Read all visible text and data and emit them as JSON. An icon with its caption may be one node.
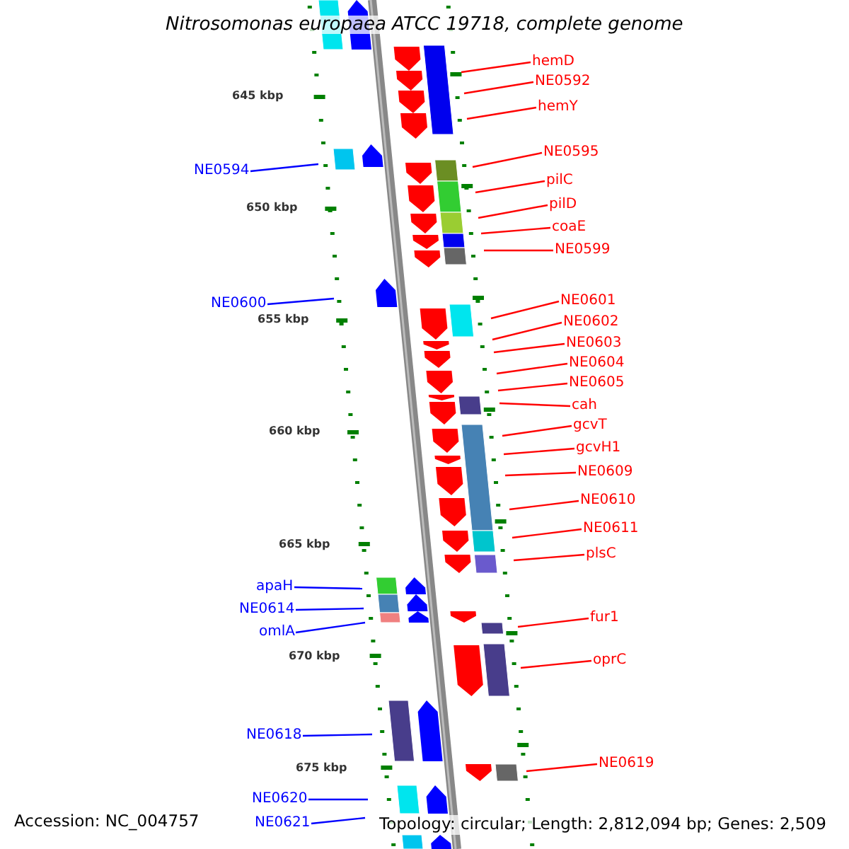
{
  "diagram": {
    "title": "Nitrosomonas europaea ATCC 19718, complete genome",
    "nodes": [
      {
        "text": [
          "hemD"
        ]
      },
      {
        "text": [
          "NE0592"
        ]
      },
      {
        "text": [
          "hemY"
        ]
      },
      {
        "text": [
          "NE0595"
        ]
      },
      {
        "text": [
          "NE0594"
        ]
      },
      {
        "text": [
          "pilC"
        ]
      },
      {
        "text": [
          "pilD"
        ]
      },
      {
        "text": [
          "coaE"
        ]
      },
      {
        "text": [
          "NE0599"
        ]
      },
      {
        "text": [
          "NE0601"
        ]
      },
      {
        "text": [
          "NE0600"
        ]
      },
      {
        "text": [
          "NE0602"
        ]
      },
      {
        "text": [
          "NE0603"
        ]
      },
      {
        "text": [
          "NE0604"
        ]
      },
      {
        "text": [
          "NE0605"
        ]
      },
      {
        "text": [
          "cah"
        ]
      },
      {
        "text": [
          "gcvT"
        ]
      },
      {
        "text": [
          "gcvH1"
        ]
      },
      {
        "text": [
          "NE0609"
        ]
      },
      {
        "text": [
          "NE0610"
        ]
      },
      {
        "text": [
          "NE0611"
        ]
      },
      {
        "text": [
          "plsC"
        ]
      },
      {
        "text": [
          "apaH"
        ]
      },
      {
        "text": [
          "NE0614"
        ]
      },
      {
        "text": [
          "fur1"
        ]
      },
      {
        "text": [
          "omlA"
        ]
      },
      {
        "text": [
          "oprC"
        ]
      },
      {
        "text": [
          "NE0618"
        ]
      },
      {
        "text": [
          "NE0619"
        ]
      },
      {
        "text": [
          "NE0620"
        ]
      },
      {
        "text": [
          "NE0621"
        ]
      }
    ],
    "edges": [
      {
        "from": 0,
        "to": null,
        "arrow": "none"
      },
      {
        "from": 1,
        "to": null,
        "arrow": "none"
      },
      {
        "from": 2,
        "to": null,
        "arrow": "none"
      },
      {
        "from": 3,
        "to": null,
        "arrow": "none"
      },
      {
        "from": 4,
        "to": null,
        "arrow": "none",
        "color": "#0000ff"
      },
      {
        "from": 5,
        "to": null,
        "arrow": "none"
      },
      {
        "from": 6,
        "to": null,
        "arrow": "none"
      },
      {
        "from": 7,
        "to": null,
        "arrow": "none"
      },
      {
        "from": 8,
        "to": null,
        "arrow": "none"
      },
      {
        "from": 9,
        "to": null,
        "arrow": "none"
      },
      {
        "from": 10,
        "to": null,
        "arrow": "none",
        "color": "#0000ff"
      },
      {
        "from": 11,
        "to": null,
        "arrow": "none"
      },
      {
        "from": 12,
        "to": null,
        "arrow": "none"
      },
      {
        "from": 13,
        "to": null,
        "arrow": "none"
      },
      {
        "from": 14,
        "to": null,
        "arrow": "none"
      },
      {
        "from": 15,
        "to": null,
        "arrow": "none"
      },
      {
        "from": 16,
        "to": null,
        "arrow": "none"
      },
      {
        "from": 17,
        "to": null,
        "arrow": "none"
      },
      {
        "from": 18,
        "to": null,
        "arrow": "none"
      },
      {
        "from": 19,
        "to": null,
        "arrow": "none"
      },
      {
        "from": 20,
        "to": null,
        "arrow": "none"
      },
      {
        "from": 21,
        "to": null,
        "arrow": "none"
      },
      {
        "from": 22,
        "to": null,
        "arrow": "none",
        "color": "#0000ff"
      },
      {
        "from": 23,
        "to": null,
        "arrow": "none",
        "color": "#0000ff"
      },
      {
        "from": 24,
        "to": null,
        "arrow": "none"
      },
      {
        "from": 25,
        "to": null,
        "arrow": "none",
        "color": "#0000ff"
      },
      {
        "from": 26,
        "to": null,
        "arrow": "none"
      },
      {
        "from": 27,
        "to": null,
        "arrow": "none",
        "color": "#0000ff"
      },
      {
        "from": 28,
        "to": null,
        "arrow": "none"
      },
      {
        "from": 29,
        "to": null,
        "arrow": "none",
        "color": "#0000ff"
      },
      {
        "from": 30,
        "to": null,
        "arrow": "none",
        "color": "#0000ff"
      }
    ],
    "labels": [
      "645 kbp",
      "650 kbp",
      "655 kbp",
      "660 kbp",
      "665 kbp",
      "670 kbp",
      "675 kbp",
      "Accession: NC_004757",
      "Topology: circular; Length: 2,812,094 bp; Genes: 2,509"
    ]
  }
}
